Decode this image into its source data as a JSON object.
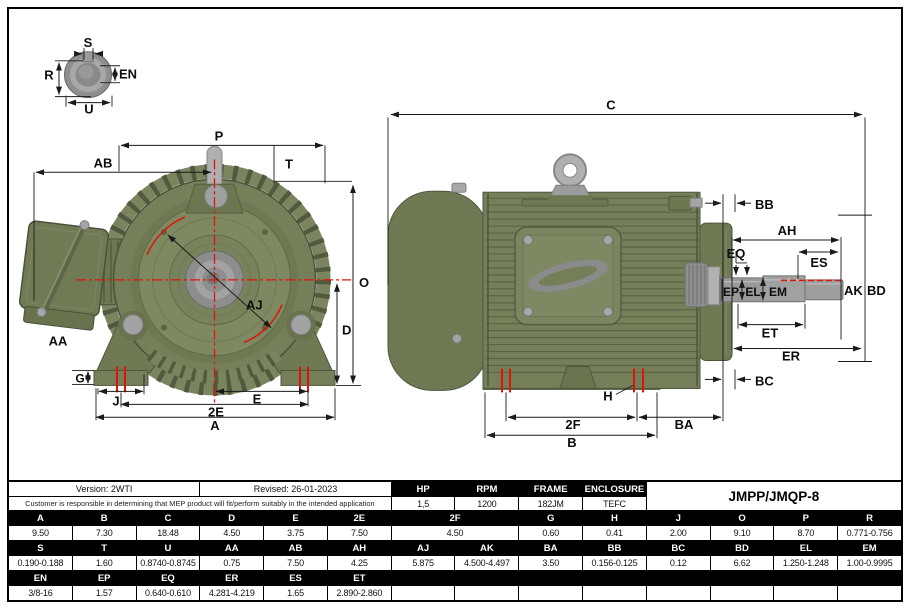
{
  "title_block": {
    "version": "Version: 2WTI",
    "revised": "Revised: 26-01-2023",
    "disclaimer": "Customer is responsible in determining that MEP product will fit/perform suitably in the intended application",
    "model": "JMPP/JMQP-8",
    "specs": {
      "headers": [
        "HP",
        "RPM",
        "FRAME",
        "ENCLOSURE"
      ],
      "values": [
        "1,5",
        "1200",
        "182JM",
        "TEFC"
      ]
    }
  },
  "dim_table": {
    "row1_headers": [
      "A",
      "B",
      "C",
      "D",
      "E",
      "2E",
      "2F",
      "G",
      "H",
      "J",
      "O",
      "P",
      "R"
    ],
    "row1_values": [
      "9.50",
      "7.30",
      "18.48",
      "4.50",
      "3.75",
      "7.50",
      "4.50",
      "0.60",
      "0.41",
      "2.00",
      "9.10",
      "8.70",
      "0.771-0.756"
    ],
    "row2_headers": [
      "S",
      "T",
      "U",
      "AA",
      "AB",
      "AH",
      "AJ",
      "AK",
      "BA",
      "BB",
      "BC",
      "BD",
      "EL",
      "EM"
    ],
    "row2_values": [
      "0.190-0.188",
      "1.60",
      "0.8740-0.8745",
      "0.75",
      "7.50",
      "4.25",
      "5.875",
      "4.500-4.497",
      "3.50",
      "0.156-0.125",
      "0.12",
      "6.62",
      "1.250-1.248",
      "1.00-0.9995"
    ],
    "row3_headers": [
      "EN",
      "EP",
      "EQ",
      "ER",
      "ES",
      "ET"
    ],
    "row3_values": [
      "3/8-16",
      "1.57",
      "0.640-0.610",
      "4.281-4.219",
      "1.65",
      "2.890-2.860"
    ]
  },
  "labels": {
    "detail": {
      "s": "S",
      "r": "R",
      "en": "EN",
      "u": "U"
    },
    "front": {
      "p": "P",
      "ab": "AB",
      "t": "T",
      "o": "O",
      "d": "D",
      "aj": "AJ",
      "aa": "AA",
      "g": "G",
      "j": "J",
      "e": "E",
      "e2": "2E",
      "a": "A"
    },
    "side": {
      "c": "C",
      "bb": "BB",
      "ah": "AH",
      "eq": "EQ",
      "es": "ES",
      "ep": "EP",
      "el": "EL",
      "em": "EM",
      "ak": "AK",
      "bd": "BD",
      "et": "ET",
      "er": "ER",
      "bc": "BC",
      "h": "H",
      "f2": "2F",
      "ba": "BA",
      "b": "B"
    }
  },
  "colors": {
    "body_olive": "#75805a",
    "accent_red": "#e01406",
    "shaft_gray": "#9c9c9c",
    "header_bg": "#000000"
  }
}
